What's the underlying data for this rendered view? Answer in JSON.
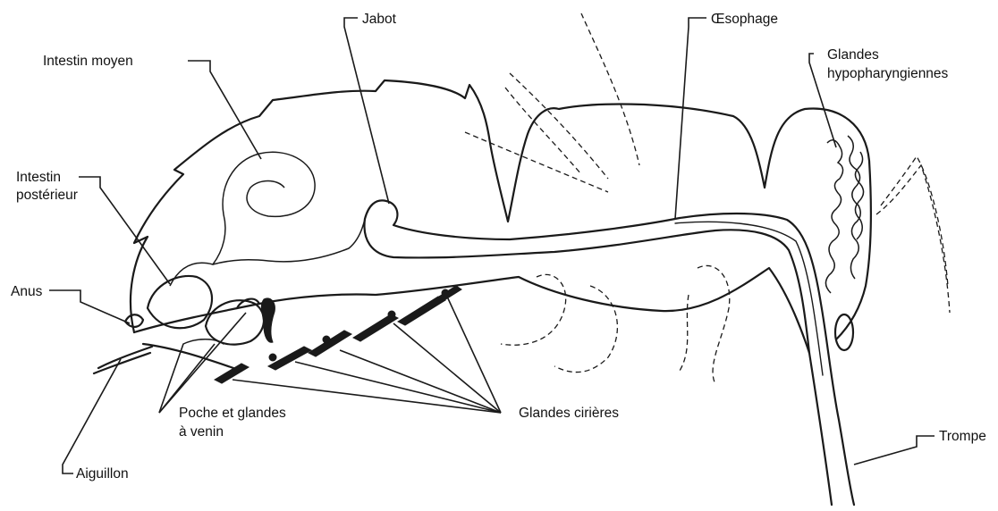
{
  "labels": {
    "jabot": "Jabot",
    "oesophage": "Œsophage",
    "intestin_moyen": "Intestin moyen",
    "glandes_hypo_line1": "Glandes",
    "glandes_hypo_line2": "hypopharyngiennes",
    "intestin_posterieur_line1": "Intestin",
    "intestin_posterieur_line2": "postérieur",
    "anus": "Anus",
    "poche_line1": "Poche et glandes",
    "poche_line2": "à venin",
    "glandes_cirieres": "Glandes cirières",
    "aiguillon": "Aiguillon",
    "trompe": "Trompe"
  }
}
